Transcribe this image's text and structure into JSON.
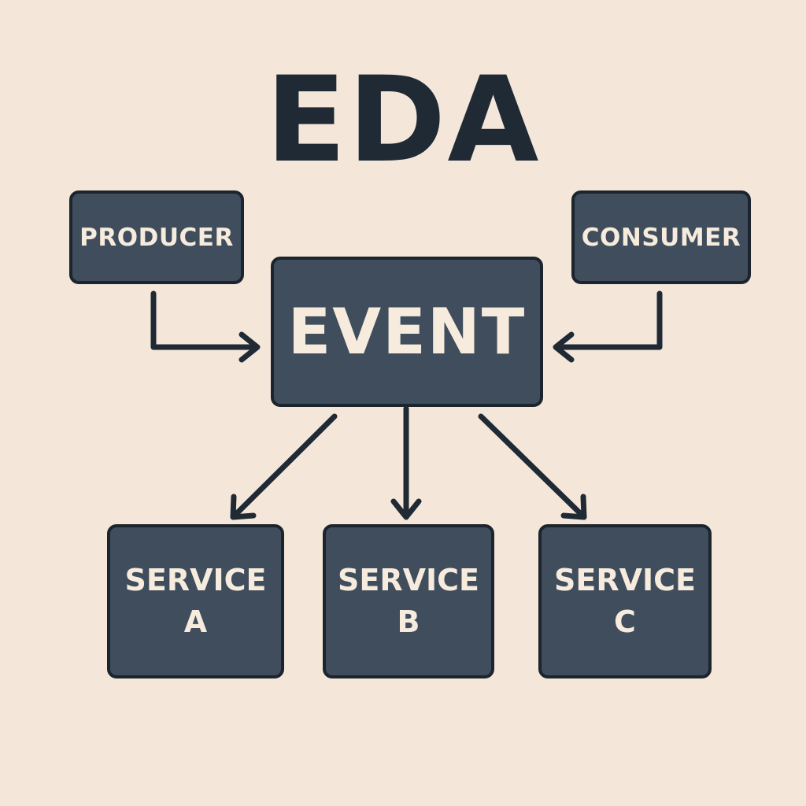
{
  "title": "EDA",
  "nodes": {
    "producer": "PRODUCER",
    "consumer": "CONSUMER",
    "event": "EVENT",
    "service_a": {
      "line1": "SERVICE",
      "line2": "A"
    },
    "service_b": {
      "line1": "SERVICE",
      "line2": "B"
    },
    "service_c": {
      "line1": "SERVICE",
      "line2": "C"
    }
  },
  "edges": [
    {
      "from": "producer",
      "to": "event"
    },
    {
      "from": "consumer",
      "to": "event"
    },
    {
      "from": "event",
      "to": "service_a"
    },
    {
      "from": "event",
      "to": "service_b"
    },
    {
      "from": "event",
      "to": "service_c"
    }
  ],
  "colors": {
    "background": "#f4e7da",
    "box_fill": "#3f4d5c",
    "box_border": "#1c242d",
    "box_text": "#f6ebdc",
    "title_text": "#1f2a35",
    "arrow": "#1f2a35"
  }
}
